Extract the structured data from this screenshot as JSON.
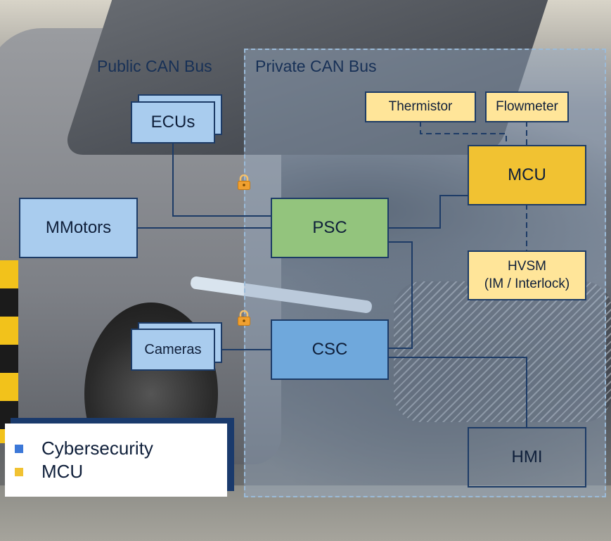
{
  "regions": {
    "public_label": "Public CAN Bus",
    "private_label": "Private CAN Bus"
  },
  "nodes": {
    "ecus": "ECUs",
    "mmotors": "MMotors",
    "psc": "PSC",
    "cameras": "Cameras",
    "csc": "CSC",
    "thermistor": "Thermistor",
    "flowmeter": "Flowmeter",
    "mcu": "MCU",
    "hvsm_line1": "HVSM",
    "hvsm_line2": "(IM / Interlock)",
    "hmi": "HMI"
  },
  "icons": {
    "lock_upper": "padlock-icon",
    "lock_lower": "padlock-icon"
  },
  "legend": {
    "items": [
      {
        "label": "Cybersecurity",
        "color": "#3c78d8"
      },
      {
        "label": "MCU",
        "color": "#f1c232"
      }
    ]
  },
  "colors": {
    "cybersecurity_blue": "#6fa8dc",
    "psc_green": "#93c47d",
    "mcu_gold": "#f1c232",
    "sensor_cream": "#ffe599",
    "line_navy": "#1d3b66"
  }
}
